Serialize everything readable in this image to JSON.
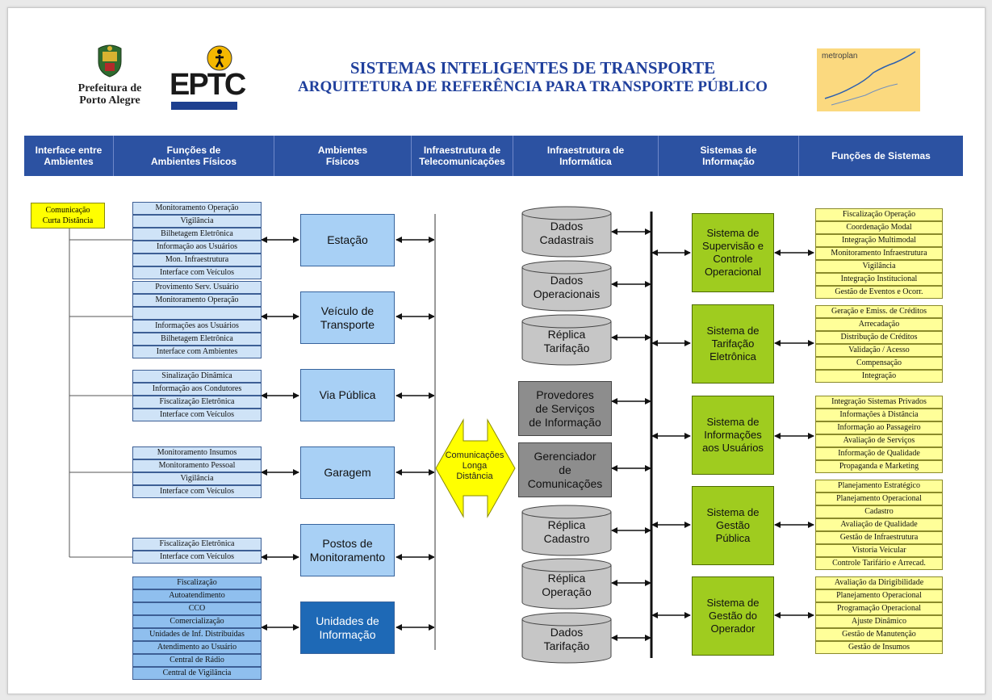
{
  "header": {
    "logo_pmpa": "Prefeitura de Porto Alegre",
    "logo_pmpa_l1": "Prefeitura de",
    "logo_pmpa_l2": "Porto Alegre",
    "logo_eptc": "EPTC",
    "logo_metro": "metroplan",
    "title_line1": "SISTEMAS INTELIGENTES DE TRANSPORTE",
    "title_line2": "ARQUITETURA DE REFERÊNCIA PARA TRANSPORTE PÚBLICO"
  },
  "columns": [
    {
      "l1": "Interface entre",
      "l2": "Ambientes"
    },
    {
      "l1": "Funções de",
      "l2": "Ambientes Físicos"
    },
    {
      "l1": "Ambientes",
      "l2": "Físicos"
    },
    {
      "l1": "Infraestrutura de",
      "l2": "Telecomunicações"
    },
    {
      "l1": "Infraestrutura de",
      "l2": "Informática"
    },
    {
      "l1": "Sistemas de",
      "l2": "Informação"
    },
    {
      "l1": "Funções de Sistemas",
      "l2": ""
    }
  ],
  "interface": {
    "l1": "Comunicação",
    "l2": "Curta Distância"
  },
  "ambientes": [
    {
      "l1": "Estação",
      "l2": "",
      "functions": [
        "Monitoramento Operação",
        "Vigilância",
        "Bilhetagem Eletrônica",
        "Informação aos Usuários",
        "Mon. Infraestrutura",
        "Interface com Veículos"
      ]
    },
    {
      "l1": "Veículo de",
      "l2": "Transporte",
      "functions": [
        "Provimento Serv. Usuário",
        "Monitoramento Operação",
        "",
        "Informações aos Usuários",
        "Bilhetagem Eletrônica",
        "Interface com Ambientes"
      ]
    },
    {
      "l1": "Via Pública",
      "l2": "",
      "functions": [
        "Sinalização Dinâmica",
        "Informação aos Condutores",
        "Fiscalização Eletrônica",
        "Interface com Veículos"
      ]
    },
    {
      "l1": "Garagem",
      "l2": "",
      "functions": [
        "Monitoramento Insumos",
        "Monitoramento Pessoal",
        "Vigilância",
        "Interface com Veículos"
      ]
    },
    {
      "l1": "Postos de",
      "l2": "Monitoramento",
      "functions": [
        "Fiscalização Eletrônica",
        "Interface com Veículos"
      ]
    },
    {
      "l1": "Unidades de",
      "l2": "Informação",
      "functions": [
        "Fiscalização",
        "Autoatendimento",
        "CCO",
        "Comercialização",
        "Unidades de Inf. Distribuídas",
        "Atendimento ao Usuário",
        "Central de Rádio",
        "Central de Vigilância"
      ]
    }
  ],
  "telecom": {
    "l1": "Comunicações",
    "l2": "Longa",
    "l3": "Distância"
  },
  "databases": [
    {
      "l1": "Dados",
      "l2": "Cadastrais"
    },
    {
      "l1": "Dados",
      "l2": "Operacionais"
    },
    {
      "l1": "Réplica",
      "l2": "Tarifação"
    },
    {
      "l1": "Réplica",
      "l2": "Cadastro"
    },
    {
      "l1": "Réplica",
      "l2": "Operação"
    },
    {
      "l1": "Dados",
      "l2": "Tarifação"
    }
  ],
  "providers": [
    {
      "l1": "Provedores",
      "l2": "de Serviços",
      "l3": "de Informação"
    },
    {
      "l1": "Gerenciador",
      "l2": "de",
      "l3": "Comunicações"
    }
  ],
  "sistemas": [
    {
      "l1": "Sistema de",
      "l2": "Supervisão e",
      "l3": "Controle",
      "l4": "Operacional",
      "functions": [
        "Fiscalização Operação",
        "Coordenação Modal",
        "Integração Multimodal",
        "Monitoramento Infraestrutura",
        "Vigilância",
        "Integração Institucional",
        "Gestão de Eventos e Ocorr."
      ]
    },
    {
      "l1": "Sistema de",
      "l2": "Tarifação",
      "l3": "Eletrônica",
      "l4": "",
      "functions": [
        "Geração e Emiss. de Créditos",
        "Arrecadação",
        "Distribução de Créditos",
        "Validação / Acesso",
        "Compensação",
        "Integração"
      ]
    },
    {
      "l1": "Sistema de",
      "l2": "Informações",
      "l3": "aos Usuários",
      "l4": "",
      "functions": [
        "Integração Sistemas Privados",
        "Informações à Distância",
        "Informação ao Passageiro",
        "Avaliação de Serviços",
        "Informação de Qualidade",
        "Propaganda e Marketing"
      ]
    },
    {
      "l1": "Sistema de",
      "l2": "Gestão",
      "l3": "Pública",
      "l4": "",
      "functions": [
        "Planejamento Estratégico",
        "Planejamento Operacional",
        "Cadastro",
        "Avaliação de Qualidade",
        "Gestão de Infraestrutura",
        "Vistoria Veicular",
        "Controle Tarifário e Arrecad."
      ]
    },
    {
      "l1": "Sistema de",
      "l2": "Gestão do",
      "l3": "Operador",
      "l4": "",
      "functions": [
        "Avaliação da Dirigibilidade",
        "Planejamento Operacional",
        "Programação Operacional",
        "Ajuste Dinâmico",
        "Gestão de Manutenção",
        "Gestão de Insumos"
      ]
    }
  ],
  "colors": {
    "header": "#2c52a2",
    "title": "#1f3f9c",
    "ambiente": "#a8d0f5",
    "sistema": "#9fcc1f",
    "funcao_sistema": "#ffff99",
    "interface": "#ffff00"
  }
}
